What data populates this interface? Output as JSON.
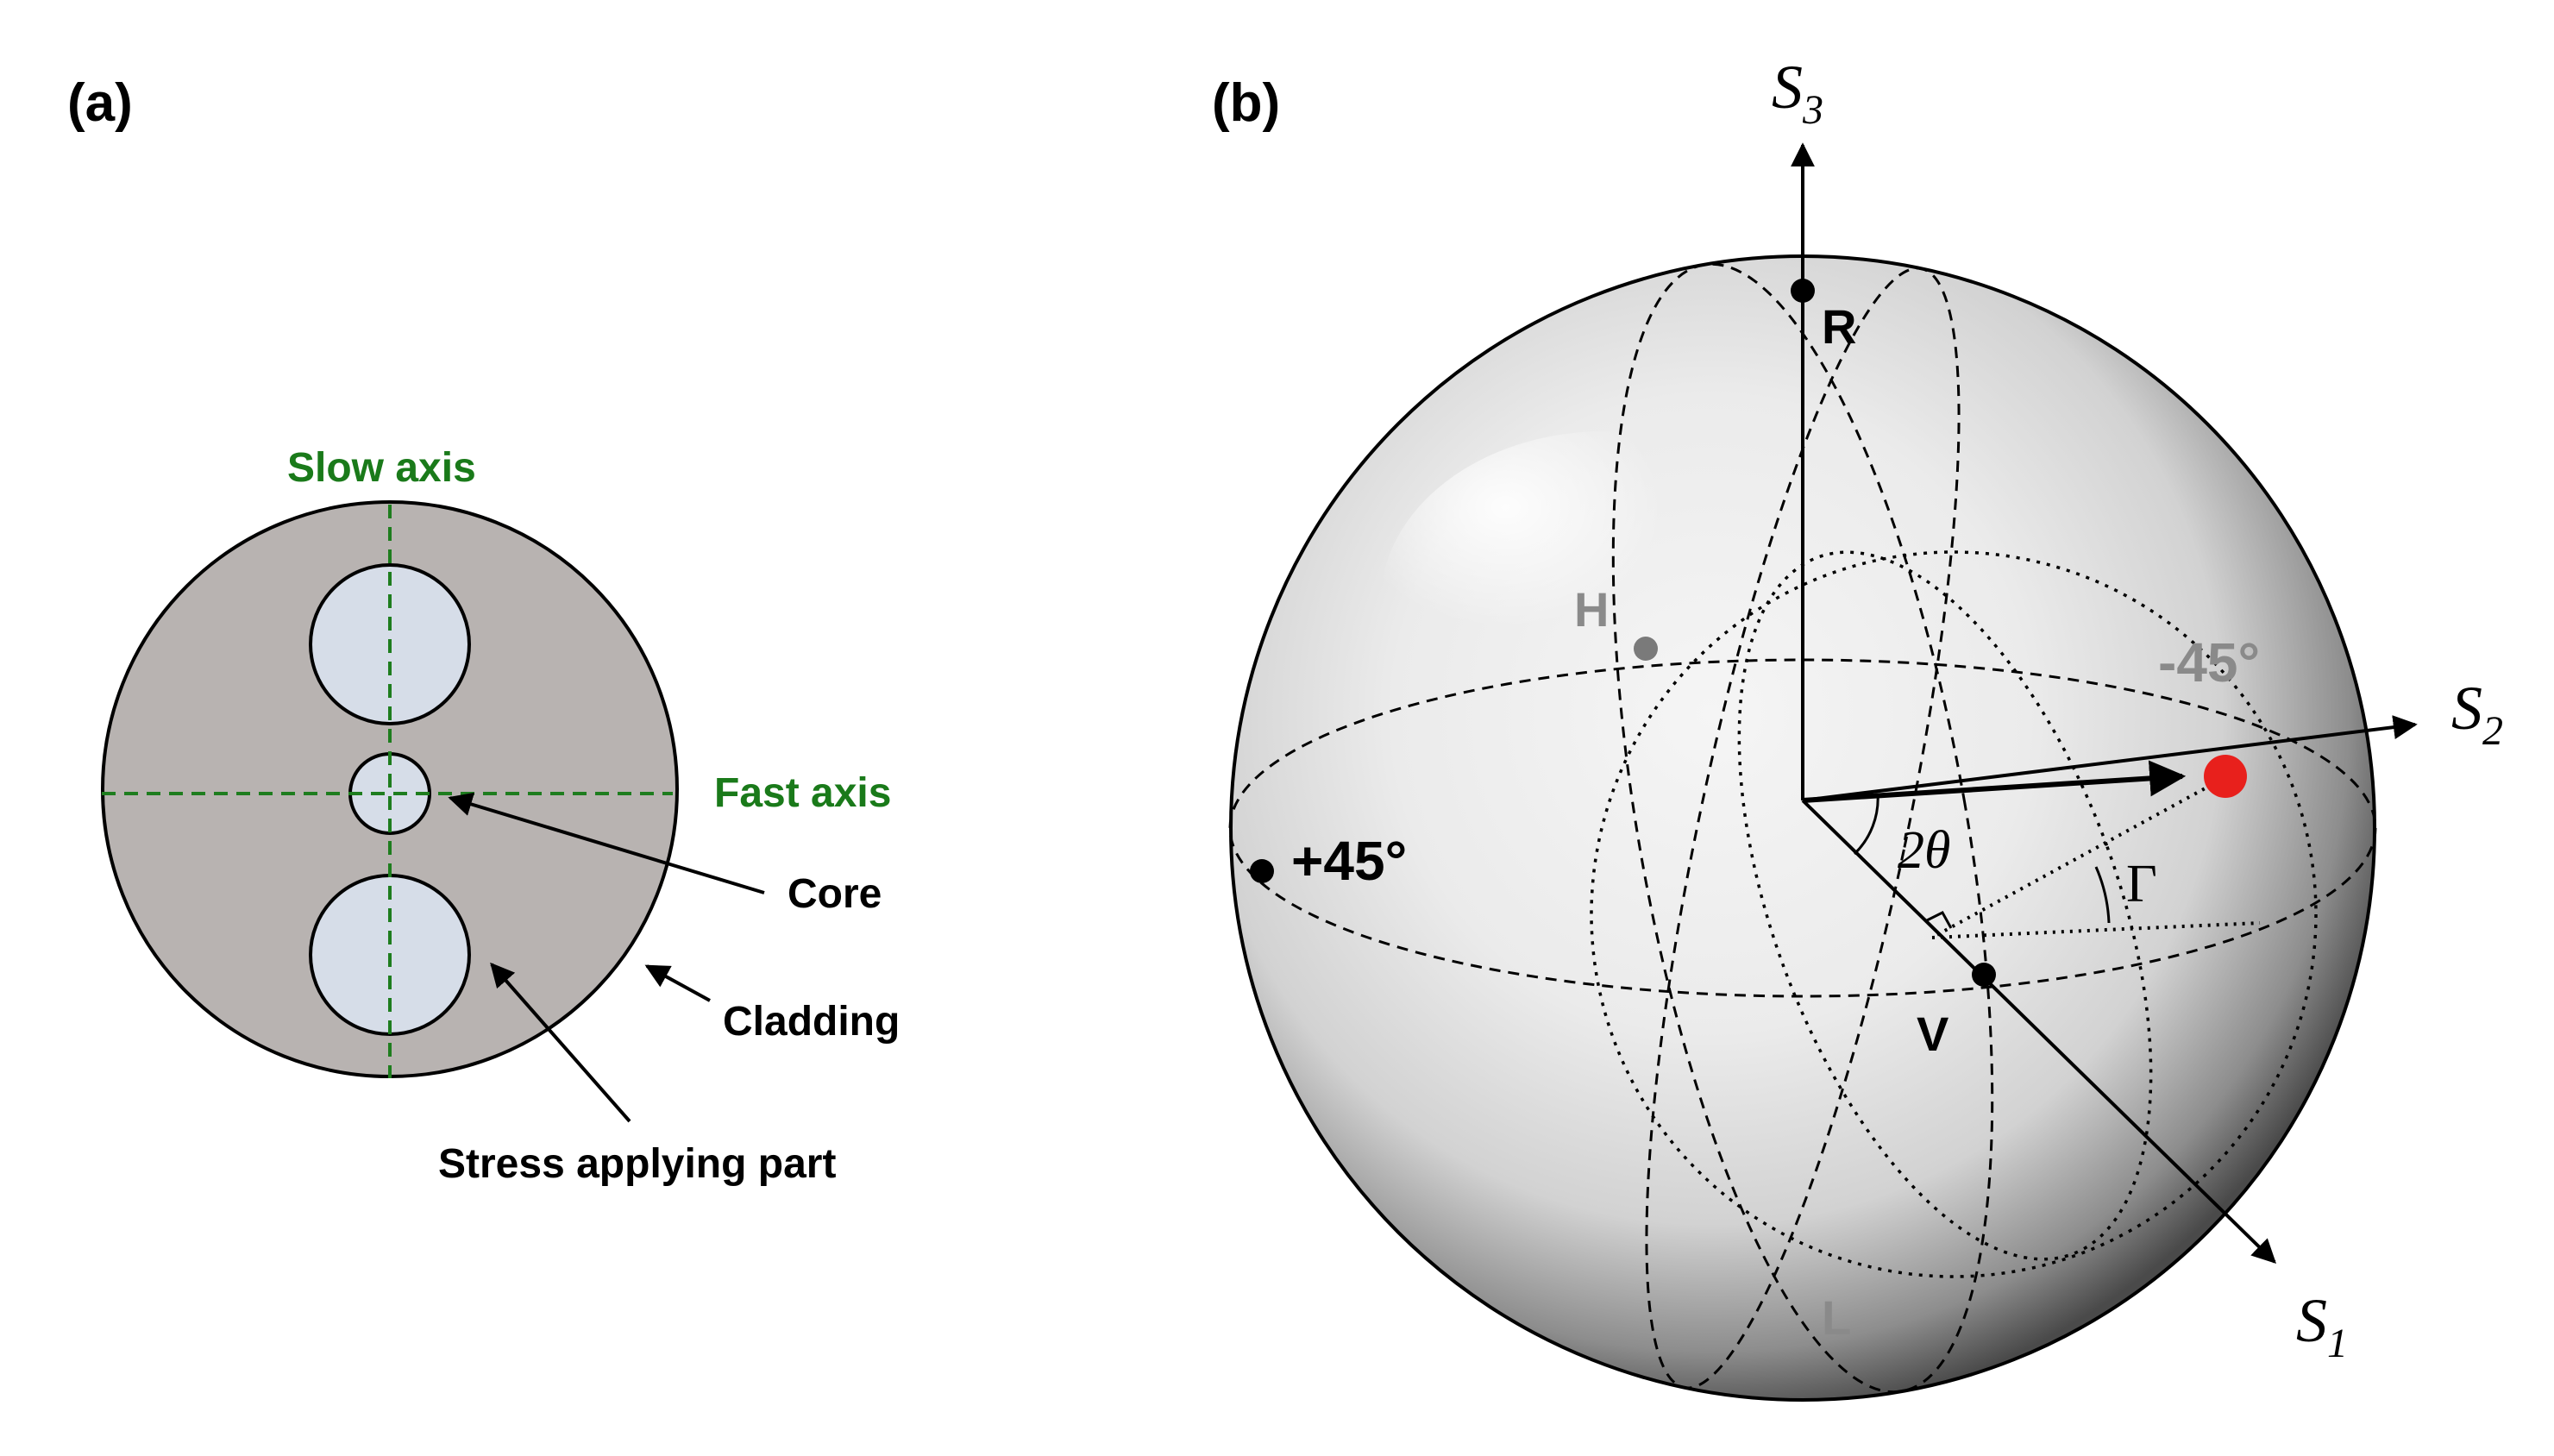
{
  "panel_a": {
    "label": "(a)",
    "slow_axis_label": "Slow axis",
    "fast_axis_label": "Fast axis",
    "core_label": "Core",
    "cladding_label": "Cladding",
    "stress_label": "Stress applying part",
    "colors": {
      "cladding_fill": "#b8b3b1",
      "stress_fill": "#d6dde8",
      "axis_green": "#1e7d1e",
      "label_green": "#1a7a1a"
    }
  },
  "panel_b": {
    "label": "(b)",
    "axes": {
      "s3": {
        "symbol": "S",
        "sub": "3"
      },
      "s2": {
        "symbol": "S",
        "sub": "2"
      },
      "s1": {
        "symbol": "S",
        "sub": "1"
      }
    },
    "points": {
      "R": "R",
      "H": "H",
      "V": "V",
      "L": "L",
      "p45": "+45°",
      "m45": "-45°"
    },
    "angles": {
      "two_theta": "2θ",
      "gamma": "Γ"
    },
    "colors": {
      "state_point": "#e8201c",
      "faded_label": "#8a8a8a"
    }
  }
}
